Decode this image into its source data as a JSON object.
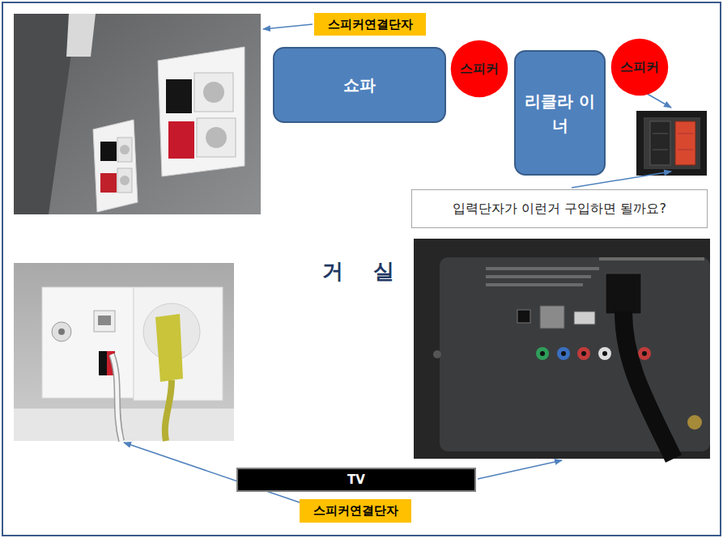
{
  "diagram": {
    "nodes": [
      {
        "text": [
          "스피커연결단자"
        ]
      },
      {
        "text": [
          "쇼파"
        ]
      },
      {
        "text": [
          "스피커"
        ]
      },
      {
        "text": [
          "리클라 이너"
        ]
      },
      {
        "text": [
          "스피커"
        ]
      },
      {
        "text": [
          "입력단자가 이런거 구입하면 될까요?"
        ]
      },
      {
        "text": [
          "TV"
        ]
      },
      {
        "text": [
          "스피커연결단자"
        ]
      }
    ],
    "labels": [
      "거 실"
    ]
  }
}
